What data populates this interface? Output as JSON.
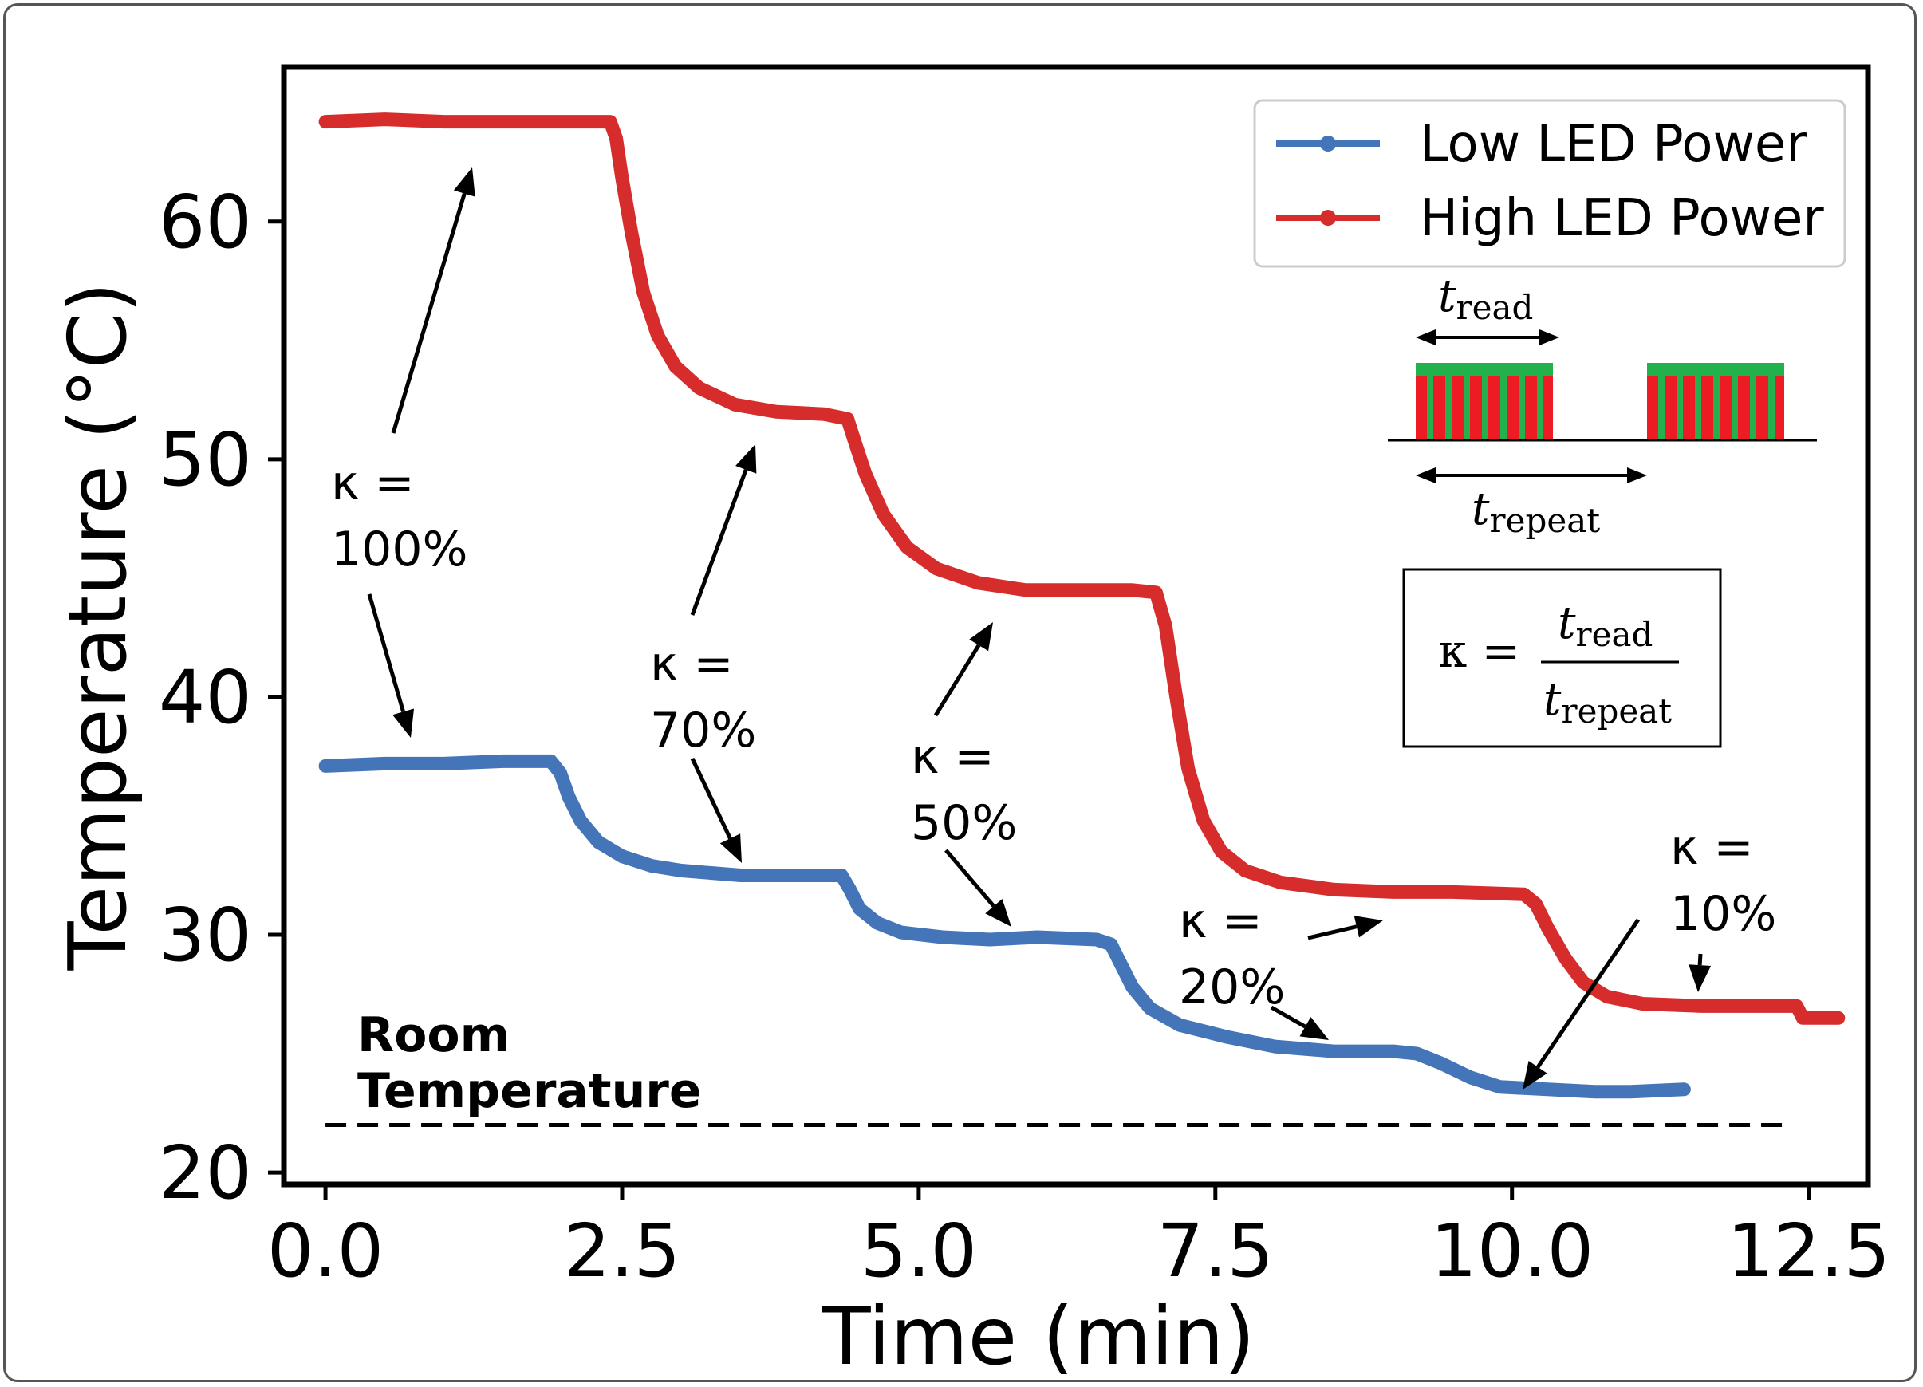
{
  "chart_data": {
    "type": "line",
    "xlabel": "Time (min)",
    "ylabel": "Temperature (°C)",
    "xlim": [
      -0.35,
      13.0
    ],
    "ylim": [
      19.5,
      66.5
    ],
    "xticks": [
      "0.0",
      "2.5",
      "5.0",
      "7.5",
      "10.0",
      "12.5"
    ],
    "yticks": [
      "20",
      "30",
      "40",
      "50",
      "60"
    ],
    "grid": false,
    "legend_position": "top-right",
    "series": [
      {
        "name": "Low LED Power",
        "color": "#4575b9",
        "points": [
          [
            0.0,
            37.1
          ],
          [
            0.5,
            37.2
          ],
          [
            1.0,
            37.2
          ],
          [
            1.5,
            37.3
          ],
          [
            1.9,
            37.3
          ],
          [
            1.98,
            36.8
          ],
          [
            2.05,
            35.8
          ],
          [
            2.15,
            34.8
          ],
          [
            2.3,
            33.9
          ],
          [
            2.5,
            33.3
          ],
          [
            2.75,
            32.9
          ],
          [
            3.0,
            32.7
          ],
          [
            3.5,
            32.5
          ],
          [
            4.0,
            32.5
          ],
          [
            4.35,
            32.5
          ],
          [
            4.42,
            31.9
          ],
          [
            4.5,
            31.1
          ],
          [
            4.65,
            30.5
          ],
          [
            4.85,
            30.1
          ],
          [
            5.2,
            29.9
          ],
          [
            5.6,
            29.8
          ],
          [
            6.0,
            29.9
          ],
          [
            6.5,
            29.8
          ],
          [
            6.62,
            29.6
          ],
          [
            6.7,
            28.8
          ],
          [
            6.8,
            27.8
          ],
          [
            6.95,
            26.9
          ],
          [
            7.2,
            26.2
          ],
          [
            7.6,
            25.7
          ],
          [
            8.0,
            25.3
          ],
          [
            8.5,
            25.1
          ],
          [
            9.0,
            25.1
          ],
          [
            9.2,
            25.0
          ],
          [
            9.4,
            24.6
          ],
          [
            9.65,
            24.0
          ],
          [
            9.9,
            23.6
          ],
          [
            10.3,
            23.5
          ],
          [
            10.7,
            23.4
          ],
          [
            11.0,
            23.4
          ],
          [
            11.45,
            23.5
          ]
        ]
      },
      {
        "name": "High LED Power",
        "color": "#d62c2c",
        "points": [
          [
            0.0,
            64.2
          ],
          [
            0.5,
            64.3
          ],
          [
            1.0,
            64.2
          ],
          [
            1.5,
            64.2
          ],
          [
            2.0,
            64.2
          ],
          [
            2.4,
            64.2
          ],
          [
            2.45,
            63.5
          ],
          [
            2.5,
            61.8
          ],
          [
            2.58,
            59.5
          ],
          [
            2.68,
            57.0
          ],
          [
            2.8,
            55.2
          ],
          [
            2.95,
            53.9
          ],
          [
            3.15,
            53.0
          ],
          [
            3.45,
            52.3
          ],
          [
            3.8,
            52.0
          ],
          [
            4.2,
            51.9
          ],
          [
            4.4,
            51.7
          ],
          [
            4.45,
            50.9
          ],
          [
            4.55,
            49.4
          ],
          [
            4.7,
            47.7
          ],
          [
            4.9,
            46.3
          ],
          [
            5.15,
            45.4
          ],
          [
            5.5,
            44.8
          ],
          [
            5.9,
            44.5
          ],
          [
            6.3,
            44.5
          ],
          [
            6.8,
            44.5
          ],
          [
            7.0,
            44.4
          ],
          [
            7.08,
            43.0
          ],
          [
            7.17,
            40.0
          ],
          [
            7.27,
            37.0
          ],
          [
            7.4,
            34.8
          ],
          [
            7.55,
            33.5
          ],
          [
            7.75,
            32.7
          ],
          [
            8.05,
            32.2
          ],
          [
            8.5,
            31.9
          ],
          [
            9.0,
            31.8
          ],
          [
            9.5,
            31.8
          ],
          [
            10.1,
            31.7
          ],
          [
            10.2,
            31.3
          ],
          [
            10.3,
            30.3
          ],
          [
            10.45,
            29.0
          ],
          [
            10.6,
            28.0
          ],
          [
            10.8,
            27.4
          ],
          [
            11.1,
            27.1
          ],
          [
            11.6,
            27.0
          ],
          [
            12.0,
            27.0
          ],
          [
            12.4,
            27.0
          ],
          [
            12.45,
            26.5
          ],
          [
            12.75,
            26.5
          ]
        ]
      }
    ],
    "room_temperature": {
      "label_line1": "Room",
      "label_line2": "Temperature",
      "value": 22,
      "x_range": [
        0.0,
        12.3
      ],
      "style": "dashed"
    },
    "annotations": [
      {
        "line1": "κ =",
        "line2": "100%"
      },
      {
        "line1": "κ =",
        "line2": "70%"
      },
      {
        "line1": "κ =",
        "line2": "50%"
      },
      {
        "line1": "κ =",
        "line2": "20%"
      },
      {
        "line1": "κ =",
        "line2": "10%"
      }
    ],
    "inset": {
      "t_symbol": "t",
      "read_sub": "read",
      "repeat_sub": "repeat",
      "kappa_eq": "κ =",
      "block_colors": {
        "outer": "#22b14c",
        "stripe": "#ed1c24"
      }
    }
  }
}
